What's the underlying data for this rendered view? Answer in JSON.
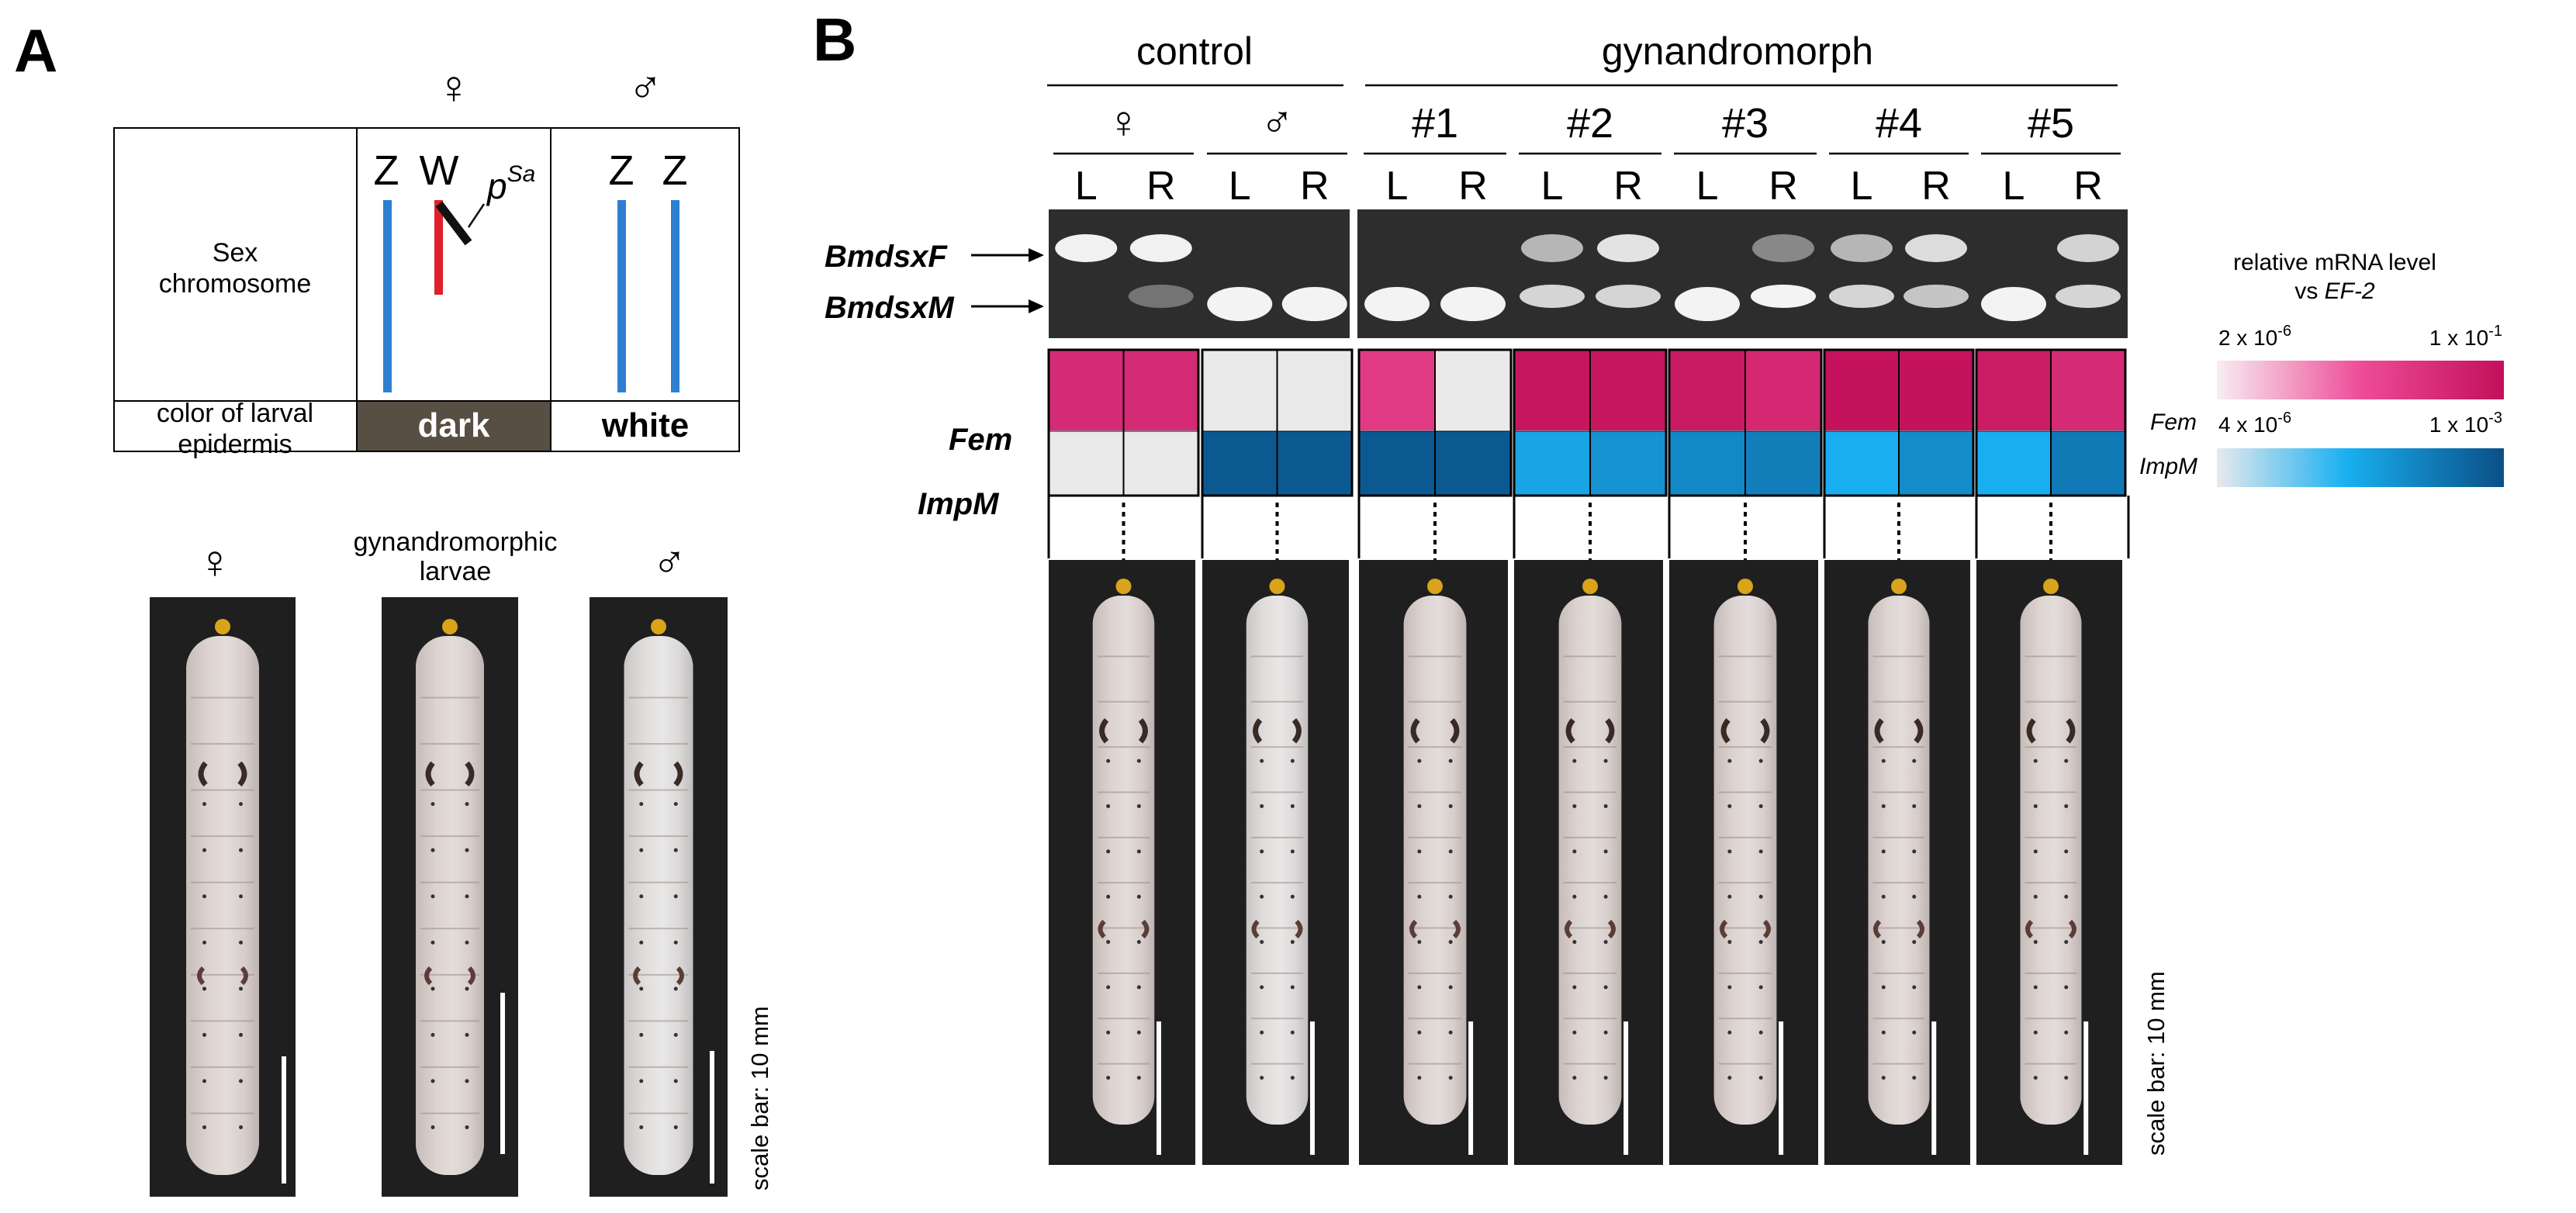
{
  "panel_a": {
    "label": "A",
    "table": {
      "row_sex_chromosome_label": "Sex\nchromosome",
      "row_color_label": "color of larval\nepidermis",
      "female": {
        "header": "♀",
        "chromosomes": [
          "Z",
          "W"
        ],
        "marker": "p",
        "marker_sup": "Sa",
        "epidermis": "dark"
      },
      "male": {
        "header": "♂",
        "chromosomes": [
          "Z",
          "Z"
        ],
        "epidermis": "white"
      }
    },
    "larvae_labels": {
      "female": "♀",
      "gynandromorph": "gynandromorphic\nlarvae",
      "male": "♂"
    },
    "scale_bar": "scale bar: 10 mm"
  },
  "panel_b": {
    "label": "B",
    "group_control": "control",
    "group_gynandromorph": "gynandromorph",
    "individuals": [
      {
        "label": "♀",
        "sides": [
          "L",
          "R"
        ],
        "dsxF": [
          1,
          1
        ],
        "dsxM": [
          0,
          0.15
        ],
        "fem": [
          0.78,
          0.78
        ],
        "impm": [
          0,
          0
        ]
      },
      {
        "label": "♂",
        "sides": [
          "L",
          "R"
        ],
        "dsxF": [
          0,
          0
        ],
        "dsxM": [
          1,
          1
        ],
        "fem": [
          0,
          0
        ],
        "impm": [
          0.95,
          0.95
        ]
      },
      {
        "label": "#1",
        "sides": [
          "L",
          "R"
        ],
        "dsxF": [
          0,
          0
        ],
        "dsxM": [
          1,
          1
        ],
        "fem": [
          0.65,
          0
        ],
        "impm": [
          0.95,
          0.95
        ]
      },
      {
        "label": "#2",
        "sides": [
          "L",
          "R"
        ],
        "dsxF": [
          0.6,
          0.9
        ],
        "dsxM": [
          0.8,
          0.8
        ],
        "fem": [
          0.95,
          0.95
        ],
        "impm": [
          0.55,
          0.65
        ]
      },
      {
        "label": "#3",
        "sides": [
          "L",
          "R"
        ],
        "dsxF": [
          0,
          0.3
        ],
        "dsxM": [
          1,
          1
        ],
        "fem": [
          0.92,
          0.8
        ],
        "impm": [
          0.7,
          0.75
        ]
      },
      {
        "label": "#4",
        "sides": [
          "L",
          "R"
        ],
        "dsxF": [
          0.6,
          0.85
        ],
        "dsxM": [
          0.8,
          0.7
        ],
        "fem": [
          0.98,
          0.98
        ],
        "impm": [
          0.5,
          0.68
        ]
      },
      {
        "label": "#5",
        "sides": [
          "L",
          "R"
        ],
        "dsxF": [
          0,
          0.8
        ],
        "dsxM": [
          1,
          0.8
        ],
        "fem": [
          0.9,
          0.78
        ],
        "impm": [
          0.5,
          0.78
        ]
      }
    ],
    "gel_labels": {
      "dsxF": "BmdsxF",
      "dsxM": "BmdsxM"
    },
    "heat_rows": {
      "fem": "Fem",
      "impm": "ImpM"
    },
    "legend": {
      "title": "relative mRNA level",
      "title_vs": "vs ",
      "title_gene": "EF-2",
      "fem_label": "Fem",
      "impm_label": "ImpM",
      "fem_min": "2 x 10-6",
      "fem_max": "1 x 10-1",
      "impm_min": "4 x 10-6",
      "impm_max": "1 x 10-3"
    },
    "scale_bar": "scale bar: 10 mm"
  },
  "colors": {
    "fem_low": "#f4e3ea",
    "fem_high": "#c2105a",
    "impm_low": "#e4e6ea",
    "impm_mid": "#19aef0",
    "impm_high": "#0a4f86",
    "chrom_z": "#2f7fd0",
    "chrom_w": "#e0202a",
    "dark_cell": "#574e44",
    "gel_bg": "#2d2d2d"
  }
}
